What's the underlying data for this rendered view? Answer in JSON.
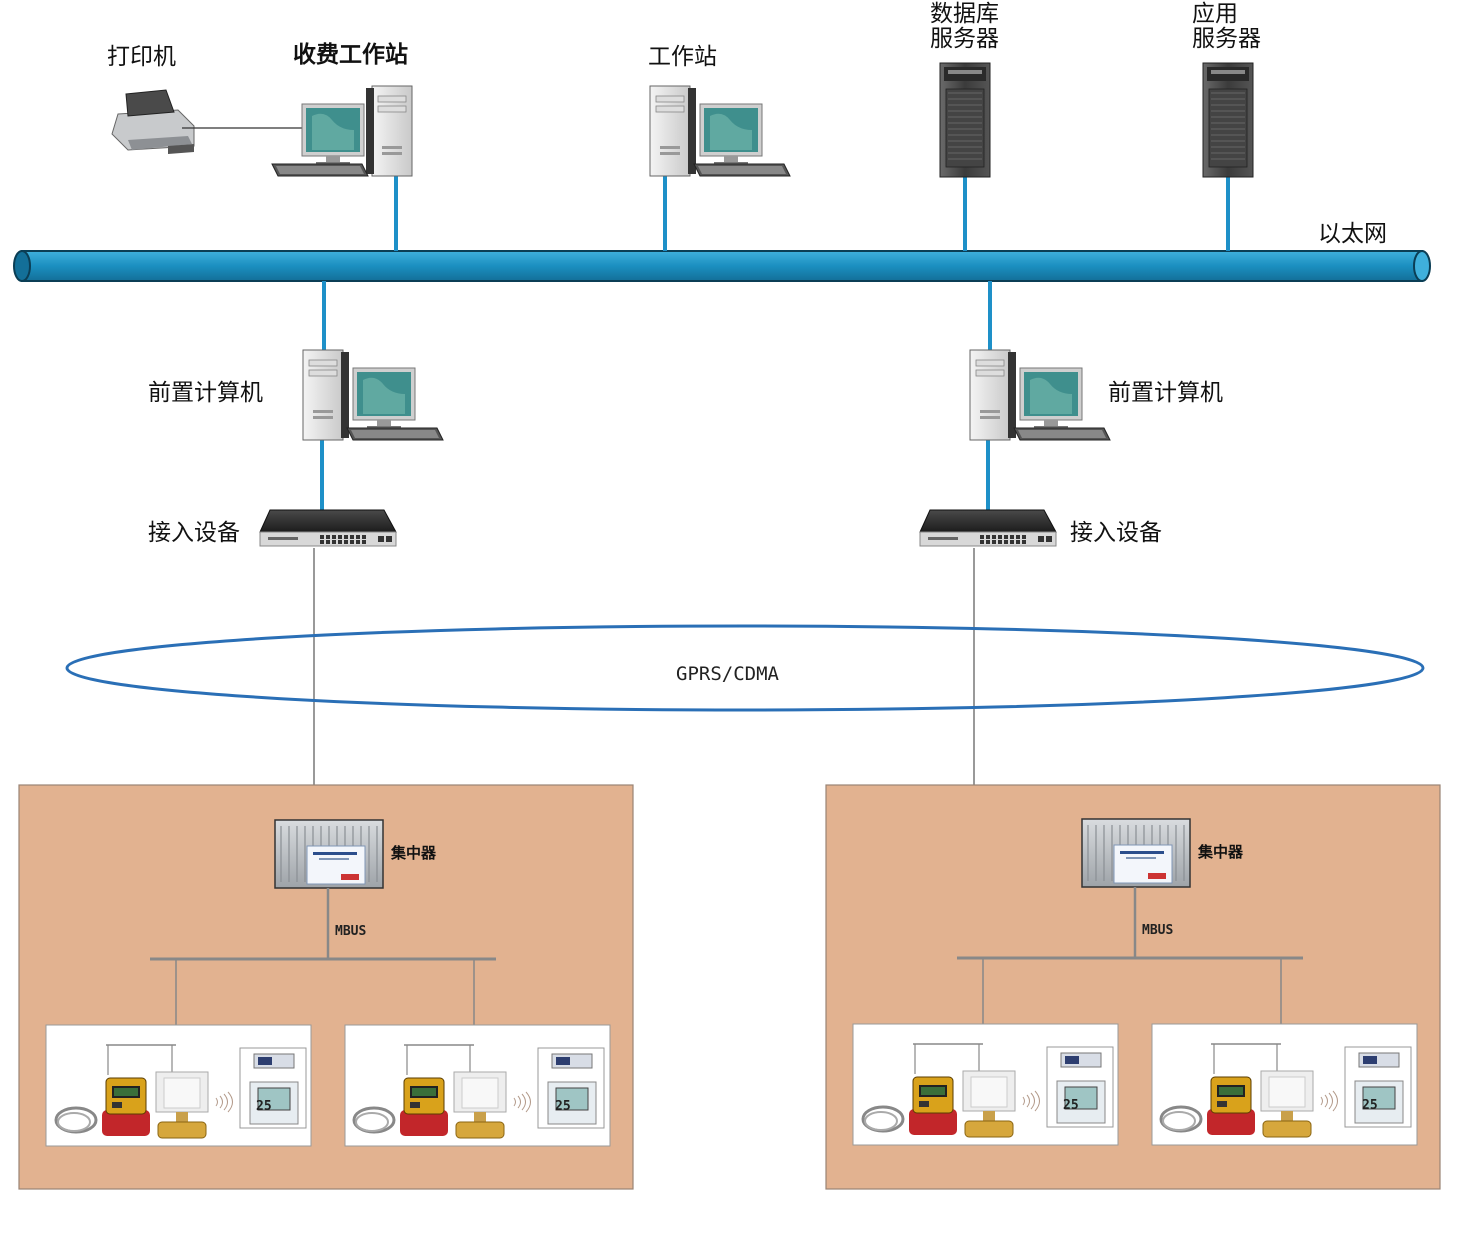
{
  "labels": {
    "printer": "打印机",
    "billing_workstation": "收费工作站",
    "workstation": "工作站",
    "db_server_line1": "数据库",
    "db_server_line2": "服务器",
    "app_server_line1": "应用",
    "app_server_line2": "服务器",
    "ethernet": "以太网",
    "front_computer_left": "前置计算机",
    "front_computer_right": "前置计算机",
    "access_device_left": "接入设备",
    "access_device_right": "接入设备",
    "network": "GPRS/CDMA",
    "concentrator_left": "集中器",
    "concentrator_right": "集中器",
    "bus_left": "MBUS",
    "bus_right": "MBUS",
    "thermostat_display": "25"
  },
  "colors": {
    "ethernet_pipe": "#1b8fc0",
    "link_line": "#1e90c8",
    "ellipse_stroke": "#2a6fb6",
    "zone_fill": "#e2b290",
    "zone_border": "#9a8474"
  }
}
